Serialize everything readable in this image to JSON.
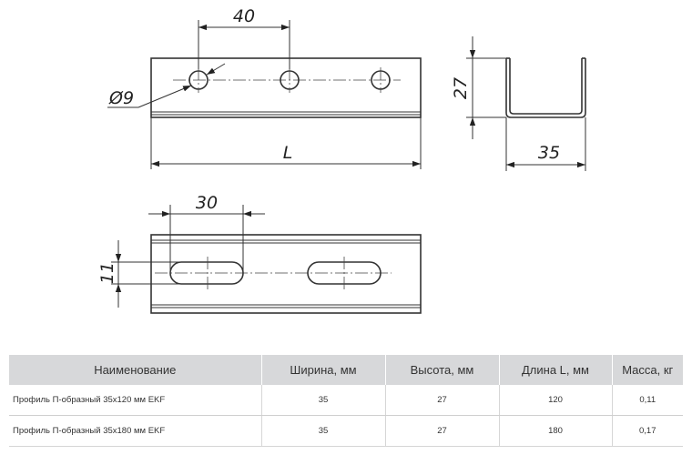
{
  "drawing": {
    "dim_hole_pitch": "40",
    "dim_hole_diameter": "Ø9",
    "dim_length": "L",
    "dim_height": "27",
    "dim_width": "35",
    "dim_slot_length": "30",
    "dim_slot_width": "11"
  },
  "table": {
    "headers": [
      "Наименование",
      "Ширина, мм",
      "Высота, мм",
      "Длина L, мм",
      "Масса, кг"
    ],
    "rows": [
      {
        "name": "Профиль П-образный 35х120 мм EKF",
        "width": "35",
        "height": "27",
        "length": "120",
        "mass": "0,11"
      },
      {
        "name": "Профиль П-образный 35х180 мм EKF",
        "width": "35",
        "height": "27",
        "length": "180",
        "mass": "0,17"
      }
    ]
  }
}
